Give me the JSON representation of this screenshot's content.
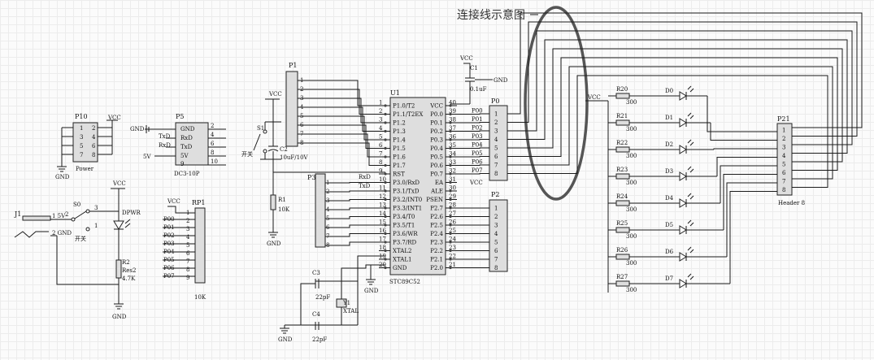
{
  "title": "连接线示意图",
  "p10": {
    "ref": "P10",
    "name": "Power",
    "pins": [
      "1",
      "2",
      "3",
      "4",
      "5",
      "6",
      "7",
      "8"
    ],
    "vcc": "VCC",
    "gnd": "GND"
  },
  "p5": {
    "ref": "P5",
    "name": "DC3-10P",
    "pins": [
      "GND",
      "RxD",
      "TxD",
      "5V",
      "9"
    ],
    "right_pins": [
      "2",
      "4",
      "6",
      "8",
      "10"
    ],
    "left": [
      "GND",
      "TxD",
      "RxD",
      "5V"
    ]
  },
  "j1": {
    "ref": "J1",
    "pin1": "1 5V",
    "pin2": "2 GND"
  },
  "s0": {
    "ref": "S0",
    "label": "开关",
    "p2": "2",
    "p3": "3",
    "p1": "1"
  },
  "dpwr": {
    "ref": "DPWR"
  },
  "r2": {
    "ref": "R2",
    "val": "Res2",
    "val2": "4.7K"
  },
  "rp1": {
    "ref": "RP1",
    "val": "10K",
    "pins": [
      "1",
      "2",
      "3",
      "4",
      "5",
      "6",
      "7",
      "8",
      "9"
    ],
    "nets": [
      "P00",
      "P01",
      "P02",
      "P03",
      "P04",
      "P05",
      "P06",
      "P07"
    ],
    "vcc": "VCC"
  },
  "p1": {
    "ref": "P1",
    "pins": [
      "1",
      "2",
      "3",
      "4",
      "5",
      "6",
      "7",
      "8"
    ]
  },
  "s1": {
    "ref": "S1",
    "label": "开关"
  },
  "c2": {
    "ref": "C2",
    "val": "10uF/10V"
  },
  "r1": {
    "ref": "R1",
    "val": "10K"
  },
  "p3": {
    "ref": "P3",
    "pins": [
      "1",
      "2",
      "3",
      "4",
      "5",
      "6",
      "7",
      "8"
    ],
    "rxd": "RxD",
    "txd": "TxD"
  },
  "u1": {
    "ref": "U1",
    "name": "STC89C52",
    "left": [
      "P1.0/T2",
      "P1.1/T2EX",
      "P1.2",
      "P1.3",
      "P1.4",
      "P1.5",
      "P1.6",
      "P1.7",
      "RST",
      "P3.0/RxD",
      "P3.1/TxD",
      "P3.2/INT0",
      "P3.3/INT1",
      "P3.4/T0",
      "P3.5/T1",
      "P3.6/WR",
      "P3.7/RD",
      "XTAL2",
      "XTAL1",
      "GND"
    ],
    "right": [
      "VCC",
      "P0.0",
      "P0.1",
      "P0.2",
      "P0.3",
      "P0.4",
      "P0.5",
      "P0.6",
      "P0.7",
      "EA",
      "ALE",
      "PSEN",
      "P2.7",
      "P2.6",
      "P2.5",
      "P2.4",
      "P2.3",
      "P2.2",
      "P2.1",
      "P2.0"
    ],
    "lnum": [
      "1",
      "2",
      "3",
      "4",
      "5",
      "6",
      "7",
      "8",
      "9",
      "10",
      "11",
      "12",
      "13",
      "14",
      "15",
      "16",
      "17",
      "18",
      "19",
      "20"
    ],
    "rnum": [
      "40",
      "39",
      "38",
      "37",
      "36",
      "35",
      "34",
      "33",
      "32",
      "31",
      "30",
      "29",
      "28",
      "27",
      "26",
      "25",
      "24",
      "23",
      "22",
      "21"
    ]
  },
  "c3": {
    "ref": "C3",
    "val": "22pF"
  },
  "c4": {
    "ref": "C4",
    "val": "22pF"
  },
  "y1": {
    "ref": "Y1",
    "val": "XTAL"
  },
  "c1": {
    "ref": "C1",
    "val": "0.1uF",
    "gnd": "GND",
    "vcc": "VCC"
  },
  "p0": {
    "ref": "P0",
    "pins": [
      "1",
      "2",
      "3",
      "4",
      "5",
      "6",
      "7",
      "8"
    ],
    "nets": [
      "P00",
      "P01",
      "P02",
      "P03",
      "P04",
      "P05",
      "P06",
      "P07"
    ]
  },
  "p2": {
    "ref": "P2",
    "pins": [
      "1",
      "2",
      "3",
      "4",
      "5",
      "6",
      "7",
      "8"
    ]
  },
  "vcc_ea": "VCC",
  "resistors": [
    {
      "ref": "R20",
      "val": "300"
    },
    {
      "ref": "R21",
      "val": "300"
    },
    {
      "ref": "R22",
      "val": "300"
    },
    {
      "ref": "R23",
      "val": "300"
    },
    {
      "ref": "R24",
      "val": "300"
    },
    {
      "ref": "R25",
      "val": "300"
    },
    {
      "ref": "R26",
      "val": "300"
    },
    {
      "ref": "R27",
      "val": "300"
    }
  ],
  "leds": [
    "D0",
    "D1",
    "D2",
    "D3",
    "D4",
    "D5",
    "D6",
    "D7"
  ],
  "led_vcc": "VCC",
  "p21": {
    "ref": "P21",
    "name": "Header 8",
    "pins": [
      "1",
      "2",
      "3",
      "4",
      "5",
      "6",
      "7",
      "8"
    ]
  },
  "gnd": "GND"
}
